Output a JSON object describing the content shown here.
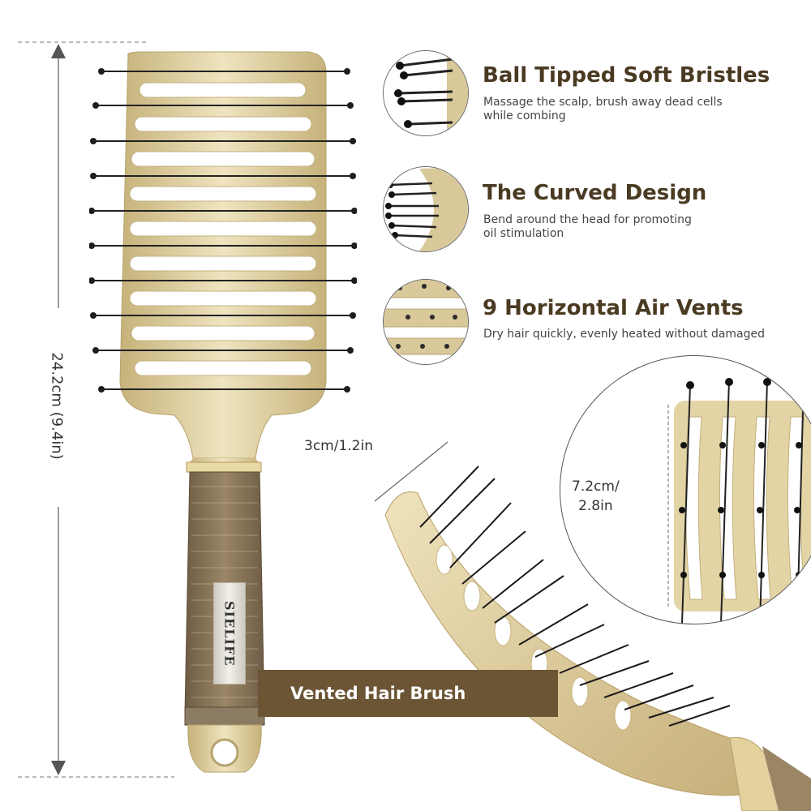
{
  "features": [
    {
      "title": "Ball Tipped Soft Bristles",
      "desc_lines": [
        "Massage the scalp, brush away dead cells",
        "while combing"
      ]
    },
    {
      "title": "The Curved Design",
      "desc_lines": [
        "Bend around the head for promoting",
        "oil stimulation"
      ]
    },
    {
      "title": "9 Horizontal Air Vents",
      "desc_lines": [
        "Dry hair quickly, evenly heated without damaged"
      ]
    }
  ],
  "dimensions": {
    "height": "24.2cm (9.4in)",
    "thickness": "3cm/1.2in",
    "width_line1": "7.2cm/",
    "width_line2": "2.8in"
  },
  "banner_label": "Vented Hair Brush",
  "brand_label": "SIELIFE",
  "colors": {
    "gold": "#d8c89a",
    "brown": "#6b5534",
    "title": "#4a3a22"
  },
  "icons": [
    "brush-illustration",
    "bristle-closeup",
    "curved-profile",
    "air-vents-closeup",
    "curved-brush-side-view",
    "back-vents-closeup"
  ]
}
